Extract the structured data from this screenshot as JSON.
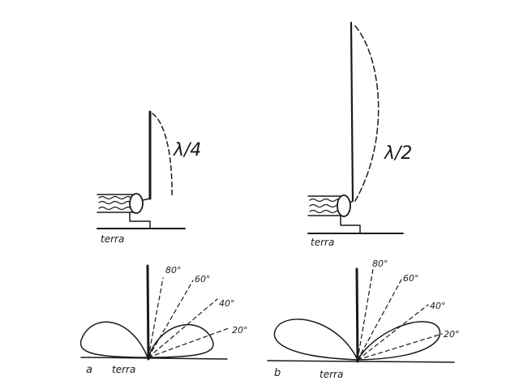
{
  "diagram": {
    "ink_color": "#1a1a1a",
    "background": "#ffffff",
    "antenna_a": {
      "wavelength_label": "λ/4",
      "ground_label": "terra"
    },
    "antenna_b": {
      "wavelength_label": "λ/2",
      "ground_label": "terra"
    },
    "pattern_a": {
      "panel_label": "a",
      "ground_label": "terra",
      "angles": [
        "80°",
        "60°",
        "40°",
        "20°"
      ]
    },
    "pattern_b": {
      "panel_label": "b",
      "ground_label": "terra",
      "angles": [
        "80°",
        "60°",
        "40°",
        "20°"
      ]
    }
  }
}
